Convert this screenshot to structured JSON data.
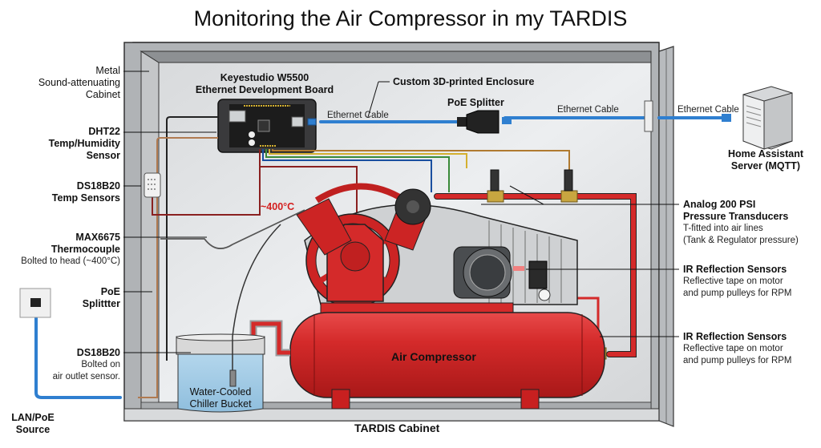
{
  "title": "Monitoring the Air Compressor in my TARDIS",
  "labels": {
    "metal_cabinet": [
      "Metal",
      "Sound-attenuating",
      "Cabinet"
    ],
    "dht22": {
      "name": "DHT22",
      "desc": [
        "Temp/Humidity",
        "Sensor"
      ]
    },
    "ds18b20_temp": {
      "name": "DS18B20",
      "desc": "Temp Sensors"
    },
    "max6675": {
      "name": "MAX6675",
      "desc": "Thermocouple",
      "note": "Bolted to head (~400°C)"
    },
    "poe_splitter_left": [
      "PoE",
      "Splittter"
    ],
    "ds18b20_outlet": {
      "name": "DS18B20",
      "desc": [
        "Bolted on",
        "air outlet sensor."
      ]
    },
    "lan_poe_source": [
      "LAN/PoE",
      "Source"
    ],
    "board": [
      "Keyestudio W5500",
      "Ethernet Development Board"
    ],
    "enclosure": "Custom 3D-printed Enclosure",
    "poe_splitter": "PoE Splitter",
    "ethernet_cable_1": "Ethernet Cable",
    "ethernet_cable_2": "Ethernet Cable",
    "ethernet_cable_3": "Ethernet Cable",
    "server": [
      "Home Assistant",
      "Server (MQTT)"
    ],
    "temp_hot": "~400°C",
    "pressure": {
      "name": [
        "Analog 200 PSI",
        "Pressure Transducers"
      ],
      "desc": [
        "T-fitted into air lines",
        "(Tank & Regulator pressure)"
      ]
    },
    "ir_1": {
      "name": "IR Reflection Sensors",
      "desc": [
        "Reflective tape on motor",
        "and pump pulleys for RPM"
      ]
    },
    "ir_2": {
      "name": "IR Reflection Sensors",
      "desc": [
        "Reflective tape on motor",
        "and pump pulleys for RPM"
      ]
    },
    "compressor": "Air Compressor",
    "bucket": [
      "Water-Cooled",
      "Chiller Bucket"
    ],
    "cabinet_base": "TARDIS Cabinet"
  },
  "colors": {
    "cabinet_frame": "#a9acaf",
    "cabinet_inner": "#e4e6e8",
    "compressor_red": "#d42a2a",
    "ethernet_blue": "#2f7fd0",
    "water_blue": "#a9cfe8",
    "brass": "#c8a640"
  }
}
